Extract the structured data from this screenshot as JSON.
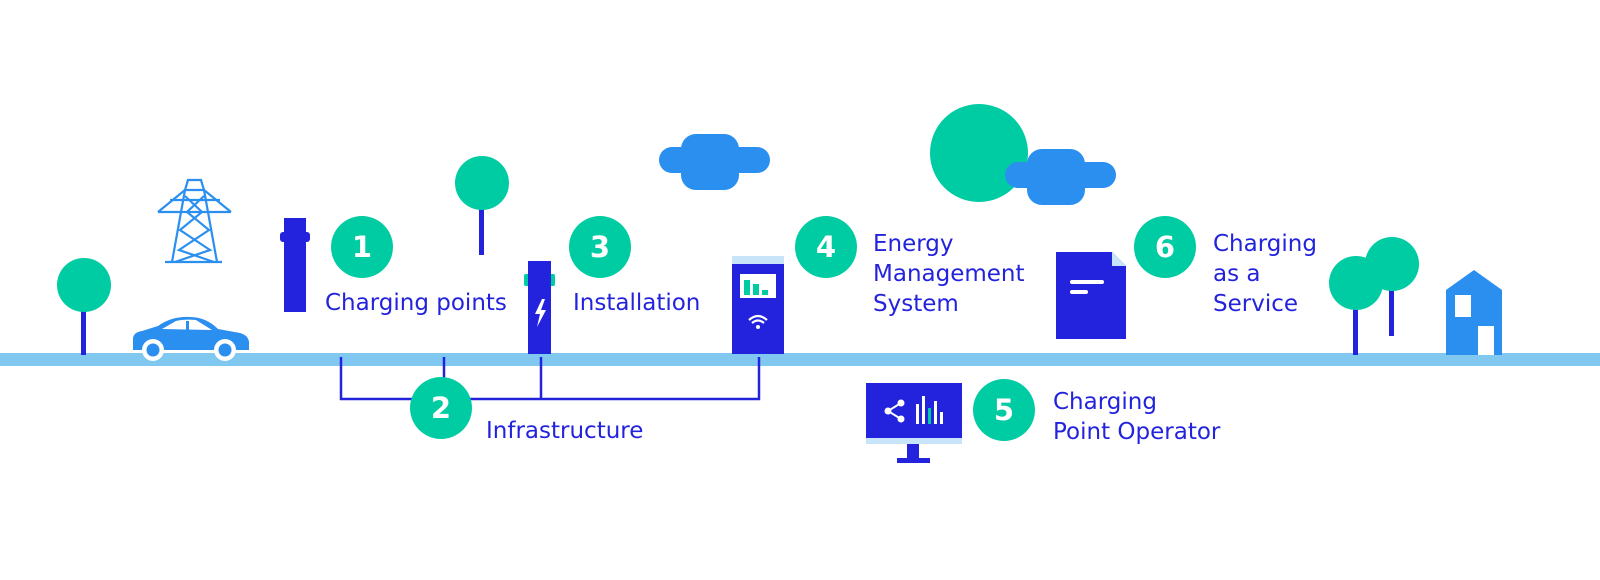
{
  "colors": {
    "navy": "#2323dd",
    "teal": "#00cca3",
    "blue": "#2b8ff0",
    "light_blue": "#80c8f0",
    "white": "#ffffff"
  },
  "steps": [
    {
      "number": "1",
      "lines": [
        "Charging points"
      ]
    },
    {
      "number": "2",
      "lines": [
        "Infrastructure"
      ]
    },
    {
      "number": "3",
      "lines": [
        "Installation"
      ]
    },
    {
      "number": "4",
      "lines": [
        "Energy",
        "Management",
        "System"
      ]
    },
    {
      "number": "5",
      "lines": [
        "Charging",
        "Point Operator"
      ]
    },
    {
      "number": "6",
      "lines": [
        "Charging",
        "as a",
        "Service"
      ]
    }
  ],
  "icons": {
    "pylon": "power-pylon-icon",
    "car": "electric-car-icon",
    "charging_post": "charging-post-icon",
    "wallbox": "wallbox-charger-icon",
    "ems_unit": "energy-management-unit-icon",
    "document": "document-icon",
    "monitor": "monitor-analytics-icon",
    "house": "house-icon",
    "tree": "tree-icon",
    "cloud": "cloud-icon"
  }
}
